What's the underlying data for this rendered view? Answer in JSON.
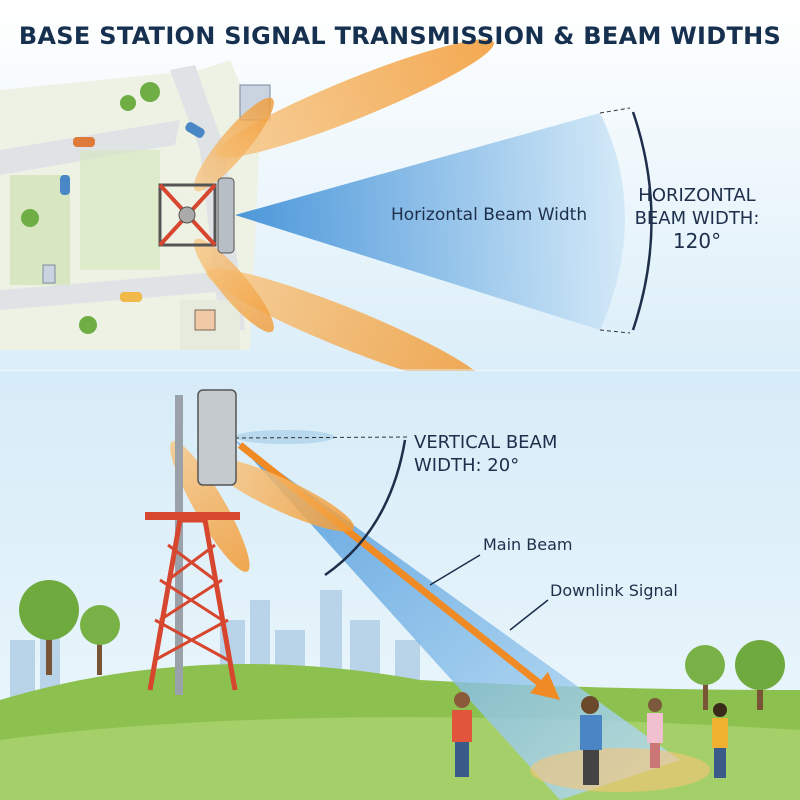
{
  "title": "BASE STATION SIGNAL TRANSMISSION & BEAM WIDTHS",
  "top_panel": {
    "beam_label": "Horizontal Beam Width",
    "caption_line1": "HORIZONTAL",
    "caption_line2": "BEAM WIDTH:",
    "caption_line3": "120°"
  },
  "bottom_panel": {
    "caption_line1": "VERTICAL BEAM",
    "caption_line2": "WIDTH: 20°",
    "main_beam_label": "Main Beam",
    "downlink_label": "Downlink Signal"
  },
  "colors": {
    "beam_blue": "#4aa3df",
    "side_lobe_orange": "#f4a340",
    "tower_red": "#d7462f",
    "grass": "#8cc150",
    "title": "#16304f"
  }
}
